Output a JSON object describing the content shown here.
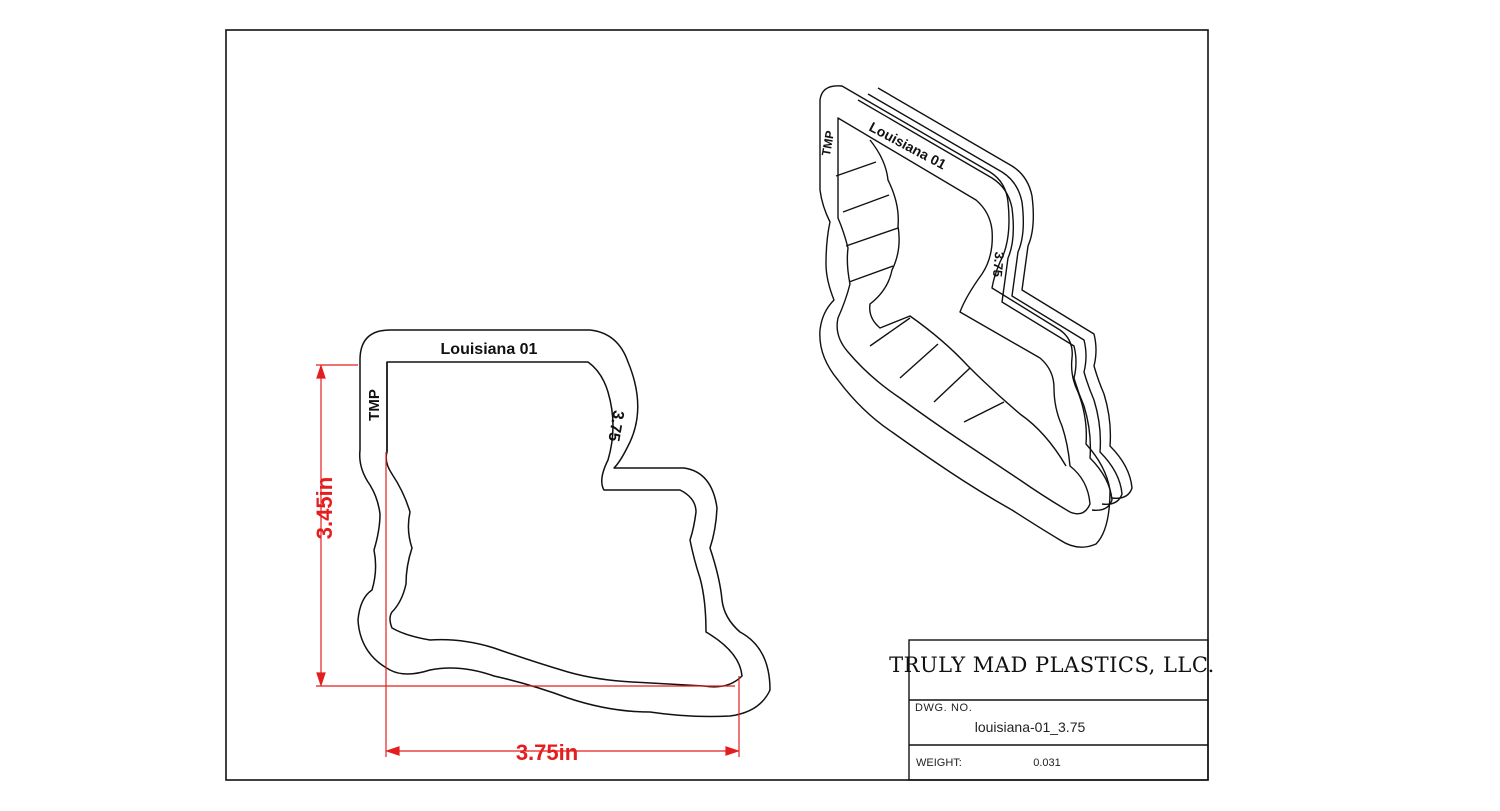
{
  "drawing": {
    "engraving_name": "Louisiana 01",
    "engraving_brand": "TMP",
    "engraving_size": "3.75"
  },
  "dimensions": {
    "height_label": "3.45in",
    "width_label": "3.75in"
  },
  "title_block": {
    "company": "TRULY MAD PLASTICS, LLC.",
    "dwg_no_label": "DWG.  NO.",
    "dwg_no_value": "louisiana-01_3.75",
    "weight_label": "WEIGHT:",
    "weight_value": "0.031"
  },
  "colors": {
    "outline": "#111111",
    "dimension": "#e41e1e",
    "background": "#ffffff"
  }
}
